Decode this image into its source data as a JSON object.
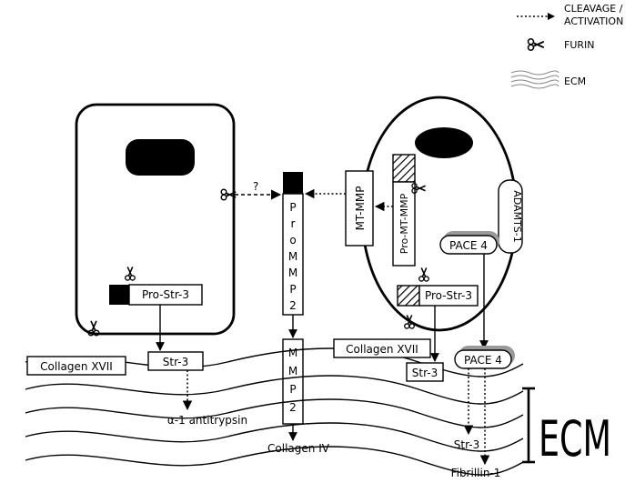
{
  "legend": {
    "cleavage_activation": [
      "CLEAVAGE /",
      "ACTIVATION"
    ],
    "furin": "FURIN",
    "ecm": "ECM"
  },
  "labels": {
    "question": "?",
    "promm2_letters": [
      "P",
      "r",
      "o",
      "M",
      "M",
      "P",
      "2"
    ],
    "mmp2_letters": [
      "M",
      "M",
      "P",
      "2"
    ],
    "mt_mmp": "MT-MMP",
    "pro_mt_mmp": "Pro-MT-MMP",
    "adamts": "ADAMTS-1",
    "pace4_top": "PACE 4",
    "pace4_bottom": "PACE 4",
    "pro_str3_left": "Pro-Str-3",
    "pro_str3_right": "Pro-Str-3",
    "collagen_xvii_left": "Collagen XVII",
    "collagen_xvii_right": "Collagen XVII",
    "str3_left": "Str-3",
    "str3_right": "Str-3",
    "alpha_antitrypsin": "α-1 antitrypsin",
    "collagen_iv": "Collagen IV",
    "str3_ecm": "Str-3",
    "fibrillin": "Fibrillin-1",
    "ecm_big": "ECM"
  },
  "colors": {
    "line": "#000000",
    "pace_shadow": "#9a9a9a",
    "ecm_legend": "#888888"
  }
}
